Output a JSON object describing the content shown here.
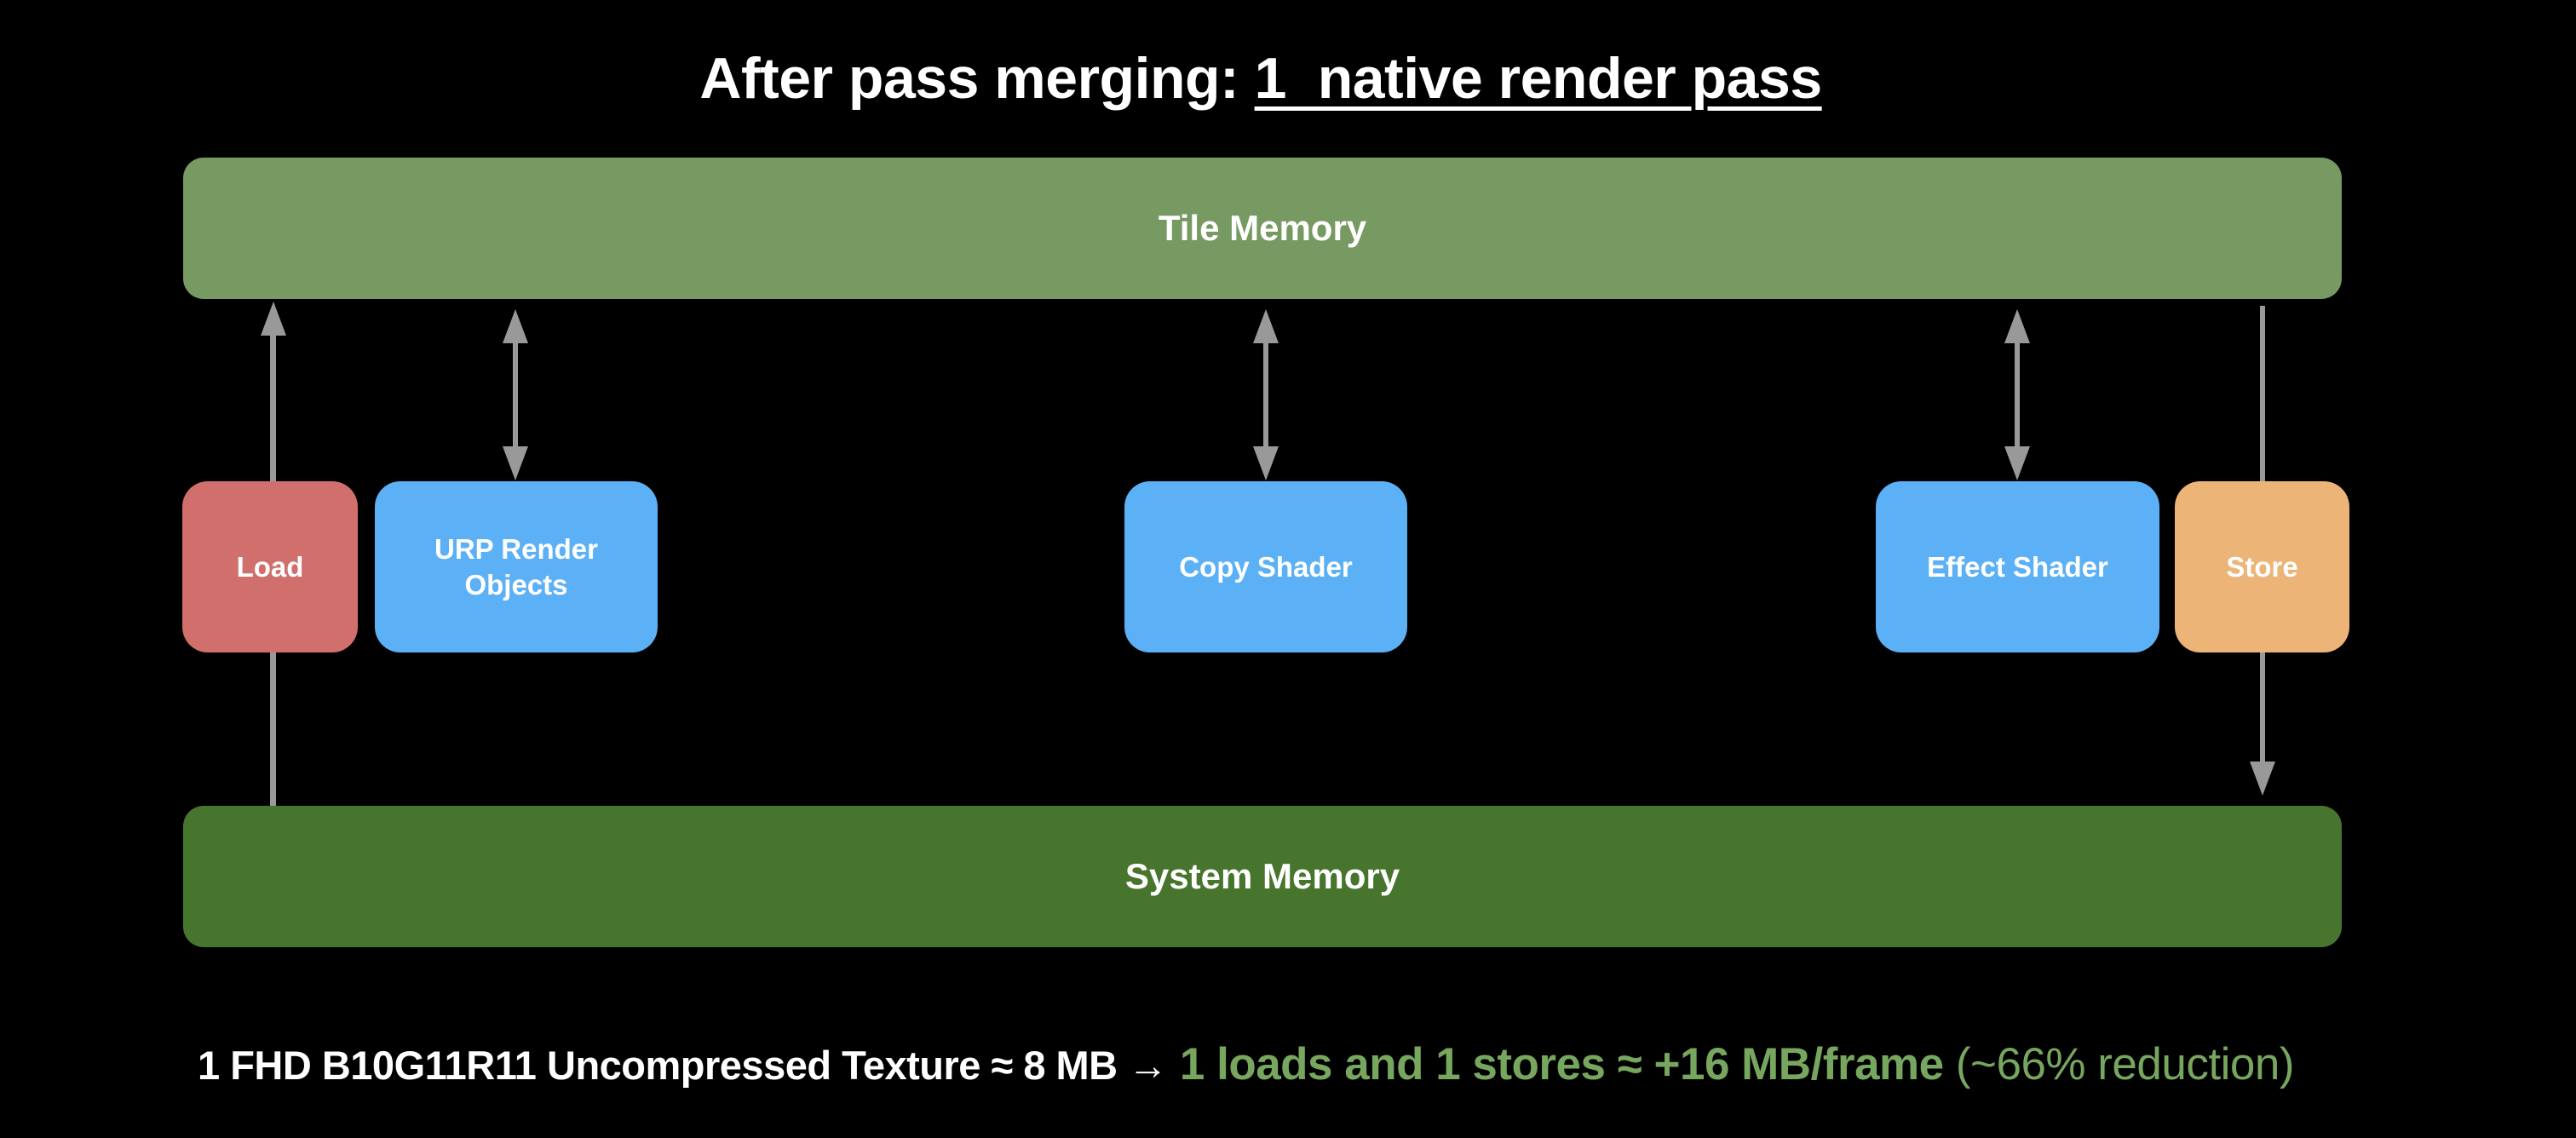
{
  "title": {
    "prefix": "After pass merging: ",
    "emphasis": "1  native render pass"
  },
  "colors": {
    "background": "#000000",
    "tile_memory": "#779a62",
    "system_memory": "#48752e",
    "load": "#d16f6c",
    "shader": "#5cb0f5",
    "store": "#ecb577",
    "arrow": "#999999",
    "highlight_text": "#77a65f"
  },
  "memory": {
    "tile": "Tile Memory",
    "system": "System Memory"
  },
  "nodes": {
    "load": "Load",
    "urp": "URP Render\nObjects",
    "urp_line1": "URP Render",
    "urp_line2": "Objects",
    "copy": "Copy Shader",
    "effect": "Effect Shader",
    "store": "Store"
  },
  "arrows": [
    {
      "from": "load",
      "to": "tile_memory",
      "direction": "up"
    },
    {
      "from": "urp",
      "to": "tile_memory",
      "direction": "both"
    },
    {
      "from": "copy",
      "to": "tile_memory",
      "direction": "both"
    },
    {
      "from": "effect",
      "to": "tile_memory",
      "direction": "both"
    },
    {
      "from": "tile_memory",
      "to": "store",
      "direction": "line"
    },
    {
      "from": "system_memory",
      "to": "load",
      "direction": "line"
    },
    {
      "from": "store",
      "to": "system_memory",
      "direction": "down"
    }
  ],
  "footer": {
    "texture": "1 FHD B10G11R11 Uncompressed Texture ≈ 8 MB ",
    "arrow": "→",
    "result": " 1 loads and 1 stores ≈ +16 MB/frame",
    "note": " (~66% reduction)"
  }
}
